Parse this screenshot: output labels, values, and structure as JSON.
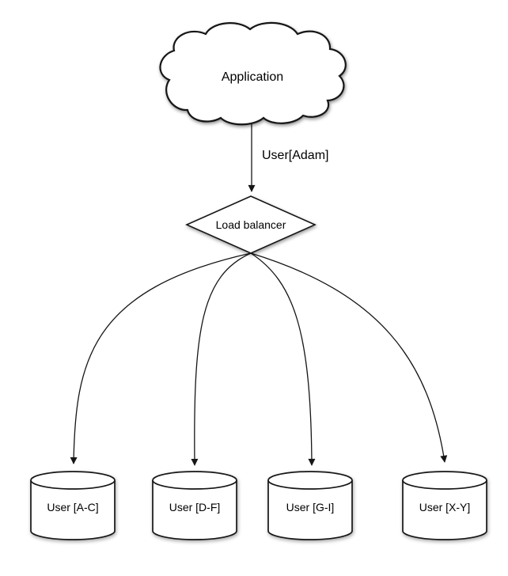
{
  "diagram": {
    "application_node": {
      "label": "Application",
      "shape": "cloud"
    },
    "request_edge": {
      "label": "User[Adam]"
    },
    "load_balancer_node": {
      "label": "Load balancer",
      "shape": "diamond"
    },
    "shard_nodes": [
      {
        "label": "User [A-C]",
        "shape": "cylinder"
      },
      {
        "label": "User [D-F]",
        "shape": "cylinder"
      },
      {
        "label": "User [G-I]",
        "shape": "cylinder"
      },
      {
        "label": "User [X-Y]",
        "shape": "cylinder"
      }
    ],
    "colors": {
      "stroke": "#161616",
      "fill": "#ffffff",
      "background": "#ffffff",
      "text": "#000000"
    }
  }
}
